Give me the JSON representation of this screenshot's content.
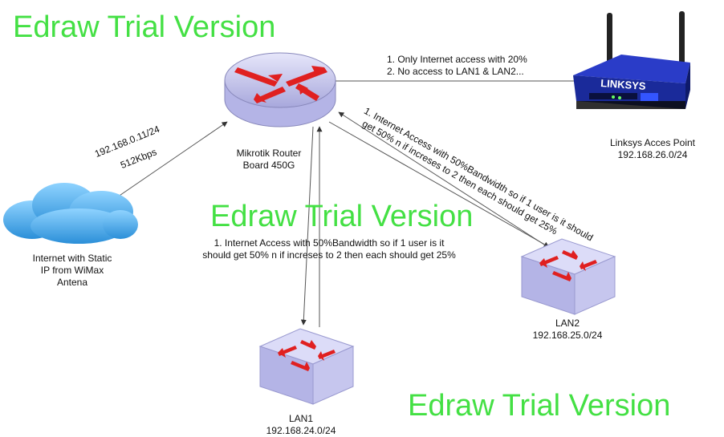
{
  "watermark": "Edraw Trial Version",
  "router": {
    "name": "Mikrotik Router",
    "model": "Board 450G"
  },
  "cloud": {
    "line1": "Internet with Static",
    "line2": "IP from WiMax",
    "line3": "Antena"
  },
  "wan": {
    "ip": "192.168.0.11/24",
    "speed": "512Kbps"
  },
  "access_point": {
    "brand": "LINKSYS",
    "name": "Linksys Acces Point",
    "subnet": "192.168.26.0/24",
    "rule1": "1. Only Internet access with 20%",
    "rule2": "2. No access to LAN1 & LAN2..."
  },
  "lan1": {
    "name": "LAN1",
    "subnet": "192.168.24.0/24",
    "rule_line1": "1. Internet Access with 50%Bandwidth so if 1 user is it",
    "rule_line2": "should get 50% n if increses to 2 then each should get 25%"
  },
  "lan2": {
    "name": "LAN2",
    "subnet": "192.168.25.0/24",
    "rule_line1": "1. Internet Access with 50%Bandwidth so if 1 user is it should",
    "rule_line2": "get 50% n if increses to 2 then each should get 25%"
  },
  "colors": {
    "watermark": "#44e044",
    "cloud": "#3aa7e8",
    "device": "#c8c8f0",
    "arrow": "#e02020",
    "ap_body": "#1a2a9a"
  }
}
